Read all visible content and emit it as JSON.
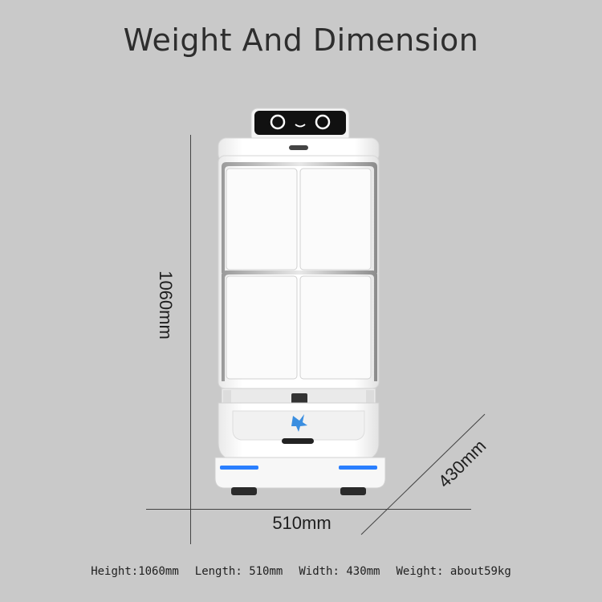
{
  "title": "Weight And Dimension",
  "dimensions": {
    "height_label": "1060mm",
    "length_label": "510mm",
    "width_label": "430mm"
  },
  "specs": {
    "height": "Height:1060mm",
    "length": "Length: 510mm",
    "width": "Width: 430mm",
    "weight": "Weight: about59kg"
  },
  "colors": {
    "background": "#c9c9c9",
    "accent_light": "#2a7fff",
    "robot_body": "#ffffff"
  }
}
